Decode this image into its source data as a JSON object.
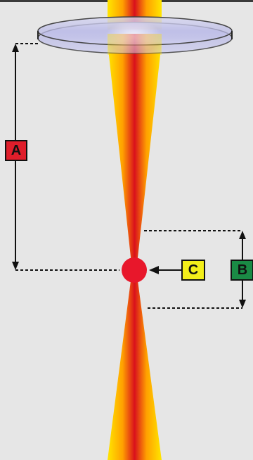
{
  "labels": {
    "a": "A",
    "b": "B",
    "c": "C"
  },
  "colors": {
    "background": "#e6e6e6",
    "label_a_fill": "#e01e2b",
    "label_b_fill": "#1a8a45",
    "label_c_fill": "#f3ee1a",
    "focal_point": "#e8172b",
    "beam_outer": "#ffe600",
    "beam_mid": "#ff8a00",
    "beam_core": "#e0141e",
    "lens_fill": "#c8c8ee"
  }
}
